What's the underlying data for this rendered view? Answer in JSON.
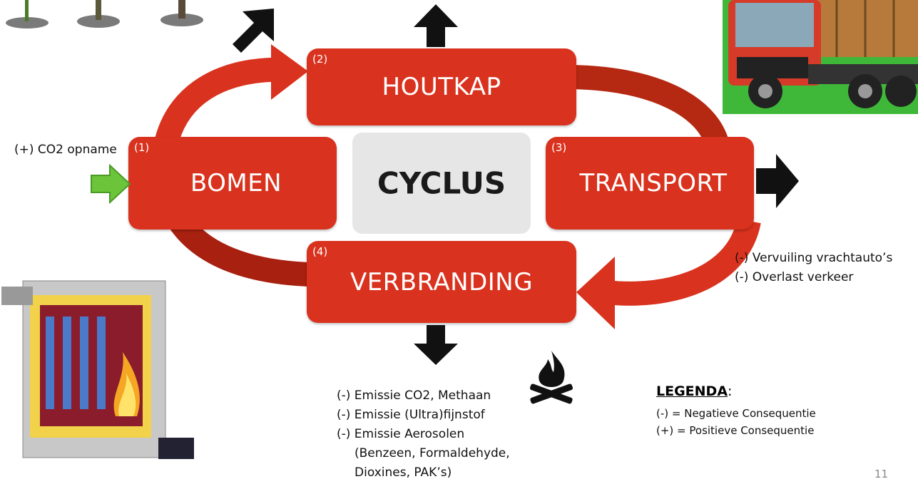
{
  "colors": {
    "red": "#d9321e",
    "dark_red": "#a8200f",
    "center_gray": "#e6e6e6",
    "green_arrow": "#6bc43a",
    "black_arrow": "#111111"
  },
  "nodes": [
    {
      "number": "(1)",
      "label": "BOMEN"
    },
    {
      "number": "(2)",
      "label": "HOUTKAP"
    },
    {
      "number": "(3)",
      "label": "TRANSPORT"
    },
    {
      "number": "(4)",
      "label": "VERBRANDING"
    }
  ],
  "center_label": "CYCLUS",
  "co2_label": "(+) CO2 opname",
  "transport_effects": [
    "(-) Vervuiling vrachtauto’s",
    "(-) Overlast verkeer"
  ],
  "combustion_effects": [
    "(-) Emissie CO2, Methaan",
    "(-) Emissie (Ultra)fijnstof",
    "(-) Emissie Aerosolen",
    "(Benzeen, Formaldehyde,",
    "Dioxines, PAK’s)"
  ],
  "legend": {
    "title": "LEGENDA",
    "colon": ":",
    "items": [
      "(-)  = Negatieve Consequentie",
      "(+) = Positieve Consequentie"
    ]
  },
  "page_number": "11",
  "icons": [
    "sapling-icon",
    "truck-icon",
    "boiler-icon",
    "campfire-icon",
    "arrow-icon"
  ]
}
